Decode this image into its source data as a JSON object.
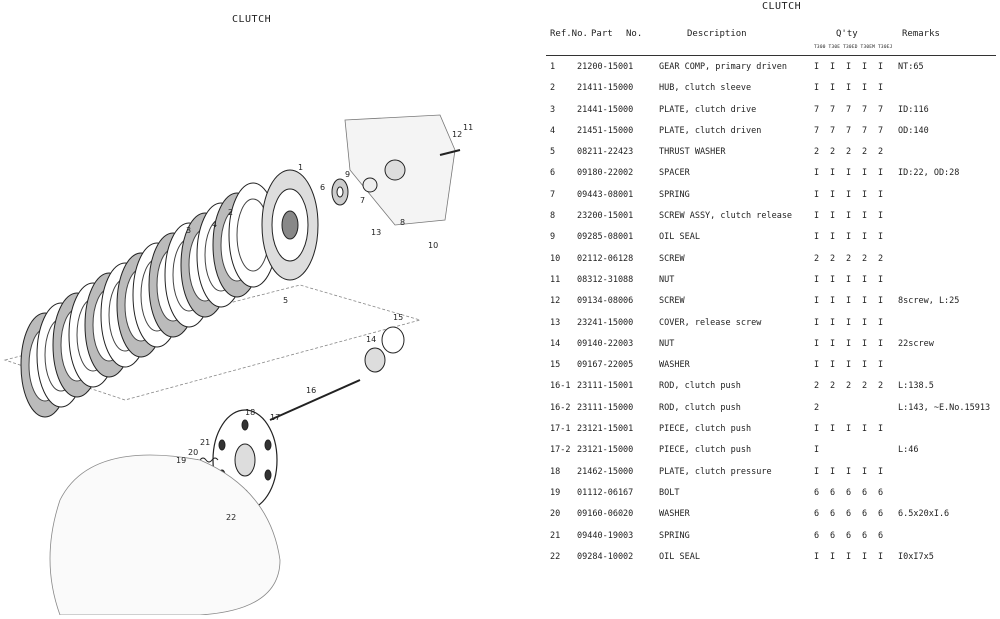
{
  "left": {
    "title": "CLUTCH"
  },
  "right": {
    "title": "CLUTCH"
  },
  "table": {
    "headers": {
      "ref": "Ref.No.",
      "part": "Part",
      "no": "No.",
      "description": "Description",
      "qty": "Q'ty",
      "remarks": "Remarks",
      "models": "T300  T30E  T30ED  T30EM  T30EJ"
    },
    "rows": [
      {
        "ref": "1",
        "part": "21200-15001",
        "desc": "GEAR COMP, primary driven",
        "qty": [
          "I",
          "I",
          "I",
          "I",
          "I"
        ],
        "rem": "NT:65"
      },
      {
        "ref": "2",
        "part": "21411-15000",
        "desc": "HUB, clutch sleeve",
        "qty": [
          "I",
          "I",
          "I",
          "I",
          "I"
        ],
        "rem": ""
      },
      {
        "ref": "3",
        "part": "21441-15000",
        "desc": "PLATE, clutch drive",
        "qty": [
          "7",
          "7",
          "7",
          "7",
          "7"
        ],
        "rem": "ID:116"
      },
      {
        "ref": "4",
        "part": "21451-15000",
        "desc": "PLATE, clutch driven",
        "qty": [
          "7",
          "7",
          "7",
          "7",
          "7"
        ],
        "rem": "OD:140"
      },
      {
        "ref": "5",
        "part": "08211-22423",
        "desc": "THRUST WASHER",
        "qty": [
          "2",
          "2",
          "2",
          "2",
          "2"
        ],
        "rem": ""
      },
      {
        "ref": "6",
        "part": "09180-22002",
        "desc": "SPACER",
        "qty": [
          "I",
          "I",
          "I",
          "I",
          "I"
        ],
        "rem": "ID:22, OD:28"
      },
      {
        "ref": "7",
        "part": "09443-08001",
        "desc": "SPRING",
        "qty": [
          "I",
          "I",
          "I",
          "I",
          "I"
        ],
        "rem": ""
      },
      {
        "ref": "8",
        "part": "23200-15001",
        "desc": "SCREW ASSY, clutch release",
        "qty": [
          "I",
          "I",
          "I",
          "I",
          "I"
        ],
        "rem": ""
      },
      {
        "ref": "9",
        "part": "09285-08001",
        "desc": "OIL SEAL",
        "qty": [
          "I",
          "I",
          "I",
          "I",
          "I"
        ],
        "rem": ""
      },
      {
        "ref": "10",
        "part": "02112-06128",
        "desc": "SCREW",
        "qty": [
          "2",
          "2",
          "2",
          "2",
          "2"
        ],
        "rem": ""
      },
      {
        "ref": "11",
        "part": "08312-31088",
        "desc": "NUT",
        "qty": [
          "I",
          "I",
          "I",
          "I",
          "I"
        ],
        "rem": ""
      },
      {
        "ref": "12",
        "part": "09134-08006",
        "desc": "SCREW",
        "qty": [
          "I",
          "I",
          "I",
          "I",
          "I"
        ],
        "rem": "8screw, L:25"
      },
      {
        "ref": "13",
        "part": "23241-15000",
        "desc": "COVER, release screw",
        "qty": [
          "I",
          "I",
          "I",
          "I",
          "I"
        ],
        "rem": ""
      },
      {
        "ref": "14",
        "part": "09140-22003",
        "desc": "NUT",
        "qty": [
          "I",
          "I",
          "I",
          "I",
          "I"
        ],
        "rem": "22screw"
      },
      {
        "ref": "15",
        "part": "09167-22005",
        "desc": "WASHER",
        "qty": [
          "I",
          "I",
          "I",
          "I",
          "I"
        ],
        "rem": ""
      },
      {
        "ref": "16-1",
        "part": "23111-15001",
        "desc": "ROD, clutch push",
        "qty": [
          "2",
          "2",
          "2",
          "2",
          "2"
        ],
        "rem": "L:138.5"
      },
      {
        "ref": "16-2",
        "part": "23111-15000",
        "desc": "ROD, clutch push",
        "qty": [
          "2",
          "",
          "",
          "",
          ""
        ],
        "rem": "L:143, ~E.No.15913"
      },
      {
        "ref": "17-1",
        "part": "23121-15001",
        "desc": "PIECE, clutch push",
        "qty": [
          "I",
          "I",
          "I",
          "I",
          "I"
        ],
        "rem": ""
      },
      {
        "ref": "17-2",
        "part": "23121-15000",
        "desc": "PIECE, clutch push",
        "qty": [
          "I",
          "",
          "",
          "",
          ""
        ],
        "rem": "L:46"
      },
      {
        "ref": "18",
        "part": "21462-15000",
        "desc": "PLATE, clutch pressure",
        "qty": [
          "I",
          "I",
          "I",
          "I",
          "I"
        ],
        "rem": ""
      },
      {
        "ref": "19",
        "part": "01112-06167",
        "desc": "BOLT",
        "qty": [
          "6",
          "6",
          "6",
          "6",
          "6"
        ],
        "rem": ""
      },
      {
        "ref": "20",
        "part": "09160-06020",
        "desc": "WASHER",
        "qty": [
          "6",
          "6",
          "6",
          "6",
          "6"
        ],
        "rem": "6.5x20xI.6"
      },
      {
        "ref": "21",
        "part": "09440-19003",
        "desc": "SPRING",
        "qty": [
          "6",
          "6",
          "6",
          "6",
          "6"
        ],
        "rem": ""
      },
      {
        "ref": "22",
        "part": "09284-10002",
        "desc": "OIL SEAL",
        "qty": [
          "I",
          "I",
          "I",
          "I",
          "I"
        ],
        "rem": "I0xI7x5"
      }
    ]
  },
  "diagram": {
    "callouts": [
      "1",
      "2",
      "3",
      "4",
      "5",
      "6",
      "7",
      "8",
      "9",
      "10",
      "11",
      "12",
      "13",
      "14",
      "15",
      "16",
      "17",
      "18",
      "19",
      "20",
      "21",
      "22"
    ]
  }
}
